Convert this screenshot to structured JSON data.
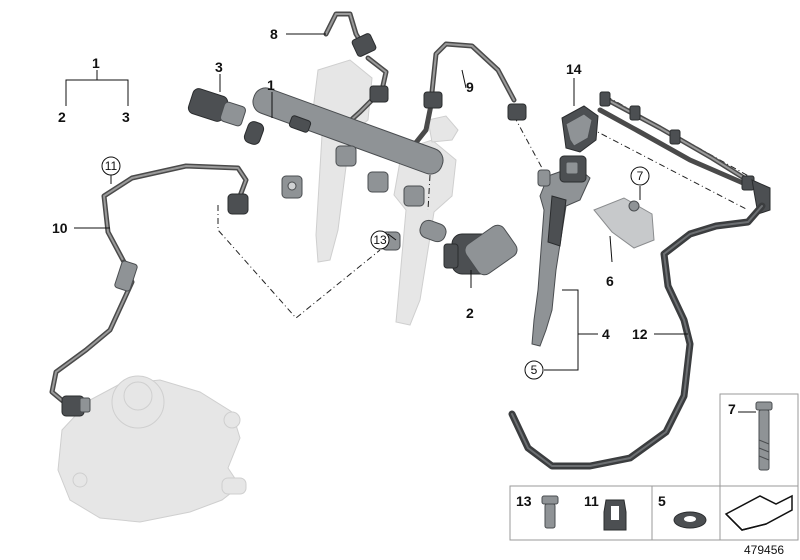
{
  "diagram_id": "479456",
  "callouts": {
    "n1_top": "1",
    "n2_top": "2",
    "n3_top": "3",
    "n3": "3",
    "n1": "1",
    "n8": "8",
    "n9": "9",
    "n14": "14",
    "n11_circ": "11",
    "n10": "10",
    "n13_circ": "13",
    "n2": "2",
    "n7_circ": "7",
    "n6": "6",
    "n12": "12",
    "n4": "4",
    "n5_circ": "5"
  },
  "legend": {
    "bolt_label": "7",
    "screw_label": "13",
    "grommet_label": "11",
    "washer_label": "5"
  }
}
